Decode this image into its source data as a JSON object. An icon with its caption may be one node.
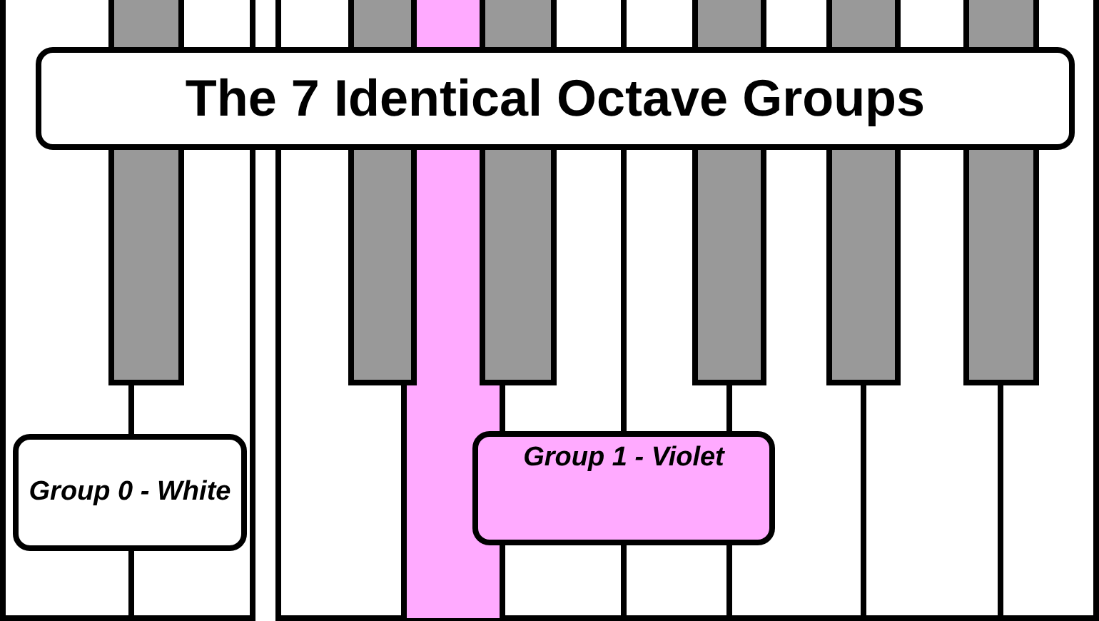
{
  "diagram": {
    "nodes": [
      {
        "text": [
          "The 7 Identical Octave Groups"
        ]
      },
      {
        "text": [
          "Group 0 - White"
        ]
      },
      {
        "text": [
          "Group 1 - Violet"
        ]
      }
    ]
  }
}
